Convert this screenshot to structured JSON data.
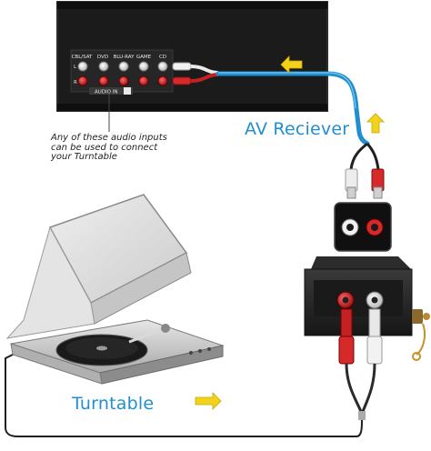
{
  "labels": {
    "receiver": "AV Reciever",
    "turntable": "Turntable",
    "note_lines": [
      "Any of these audio inputs",
      "can be used to connect",
      "your Turntable"
    ]
  },
  "receiver_panel": {
    "inputs": [
      "CBL/SAT",
      "DVD",
      "BLU-RAY",
      "GAME",
      "CD"
    ],
    "channel_left": "L",
    "channel_right": "R",
    "section_label": "AUDIO IN"
  },
  "colors": {
    "accent_blue": "#1f8fd0",
    "arrow_yellow": "#f2d21b",
    "jack_red": "#d62a2a",
    "jack_white": "#f0f0f0",
    "device_dark": "#1c1c1c"
  },
  "icons": {
    "flow_arrow": "yellow-arrow-icon"
  }
}
